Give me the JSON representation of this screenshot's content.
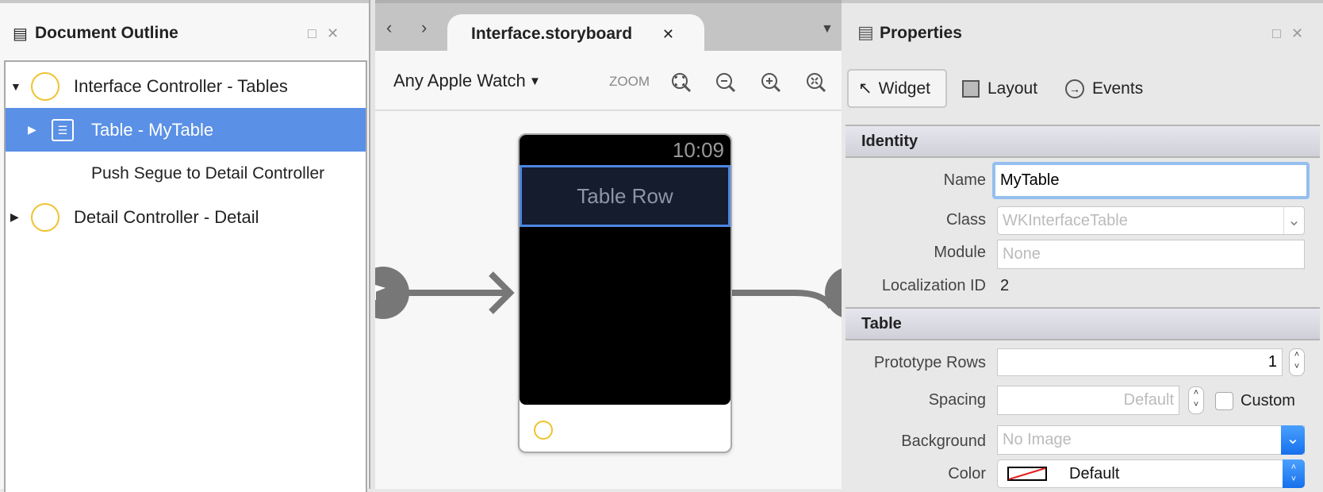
{
  "outline": {
    "title": "Document Outline",
    "items": [
      {
        "label": "Interface Controller - Tables"
      },
      {
        "label": "Table - MyTable"
      },
      {
        "label": "Push Segue to Detail Controller"
      },
      {
        "label": "Detail Controller - Detail"
      }
    ]
  },
  "editor": {
    "tab": "Interface.storyboard",
    "device": "Any Apple Watch",
    "zoom_label": "ZOOM",
    "watch": {
      "time": "10:09",
      "row_label": "Table Row"
    }
  },
  "properties": {
    "title": "Properties",
    "tabs": [
      "Widget",
      "Layout",
      "Events"
    ],
    "identity": {
      "header": "Identity",
      "name_label": "Name",
      "name_value": "MyTable",
      "class_label": "Class",
      "class_placeholder": "WKInterfaceTable",
      "module_label": "Module",
      "module_placeholder": "None",
      "locid_label": "Localization ID",
      "locid_value": "2"
    },
    "table": {
      "header": "Table",
      "rows_label": "Prototype Rows",
      "rows_value": "1",
      "spacing_label": "Spacing",
      "spacing_placeholder": "Default",
      "custom_label": "Custom",
      "background_label": "Background",
      "background_placeholder": "No Image",
      "color_label": "Color",
      "color_value": "Default"
    }
  },
  "colors": {
    "selection": "#5a90e6",
    "ring": "#f0c22e",
    "accent": "#1670ec"
  }
}
